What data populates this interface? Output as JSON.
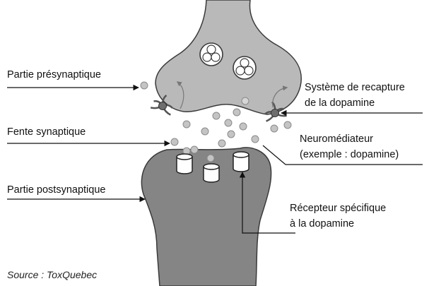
{
  "diagram": {
    "labels": {
      "presynaptic": "Partie présynaptique",
      "reuptake_line1": "Système de recapture",
      "reuptake_line2": "de la dopamine",
      "cleft": "Fente synaptique",
      "neurotransmitter_line1": "Neuromédiateur",
      "neurotransmitter_line2": "(exemple : dopamine)",
      "postsynaptic": "Partie postsynaptique",
      "receptor_line1": "Récepteur spécifique",
      "receptor_line2": "à la dopamine"
    },
    "source": "Source : ToxQuebec"
  },
  "colors": {
    "presynaptic_fill": "#b9b9b9",
    "postsynaptic_fill": "#858585",
    "molecule_fill": "#c4c4c4",
    "transporter_fill": "#6e6e6e",
    "outline": "#3a3a3a"
  }
}
